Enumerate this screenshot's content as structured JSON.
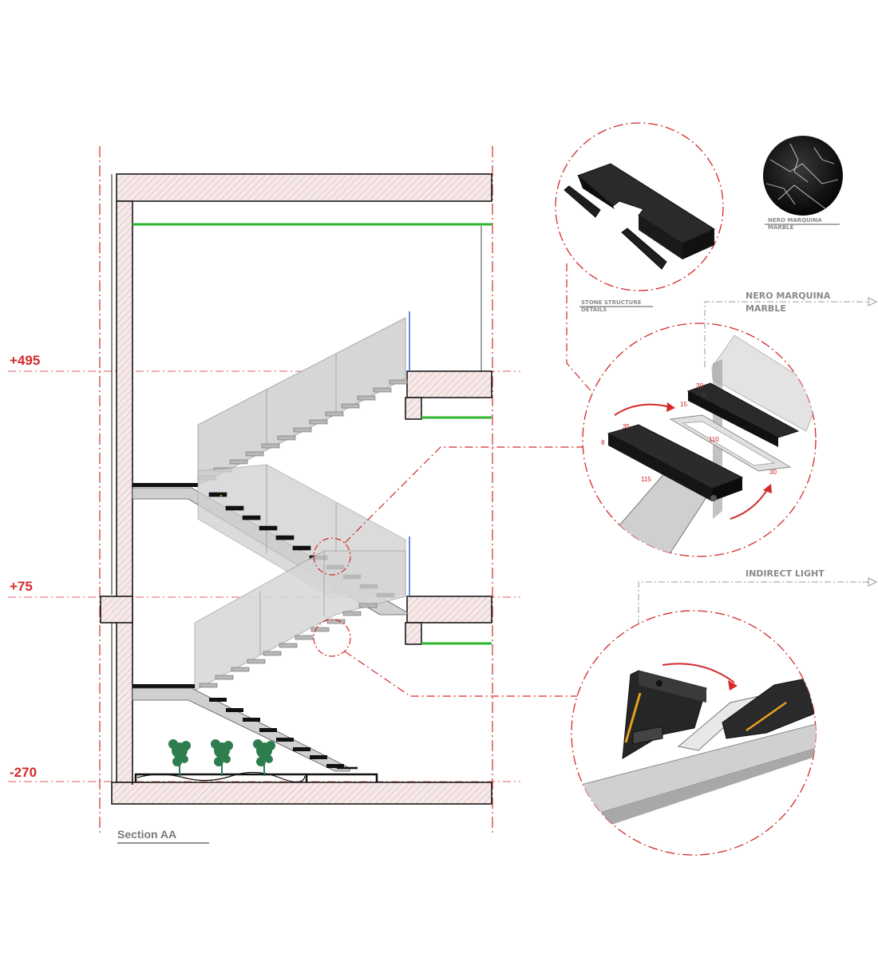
{
  "levels": [
    {
      "label": "+495"
    },
    {
      "label": "+75"
    },
    {
      "label": "-270"
    }
  ],
  "callouts": {
    "stone_structure": {
      "line1": "STONE STRUCTURE",
      "line2": "DETAILS"
    },
    "marble_swatch": {
      "line1": "NERO MARQUINA",
      "line2": "MARBLE"
    },
    "marble_detail": {
      "line1": "NERO MARQUINA",
      "line2": "MARBLE"
    },
    "indirect_light": {
      "label": "INDIRECT LIGHT"
    }
  },
  "dimensions": {
    "d30a": "30",
    "d15": "15",
    "d35": "35",
    "d8": "8",
    "d110": "110",
    "d115": "115",
    "d30b": "30"
  },
  "section_title": "Section AA",
  "colors": {
    "axis_red": "#d42a2a",
    "slab_hatch": "#e8c9c9",
    "green_line": "#2db52d",
    "glass": "#d9d9d9",
    "marble": "#1a1a1a",
    "led": "#e8a020",
    "plant": "#2e7d4f"
  }
}
